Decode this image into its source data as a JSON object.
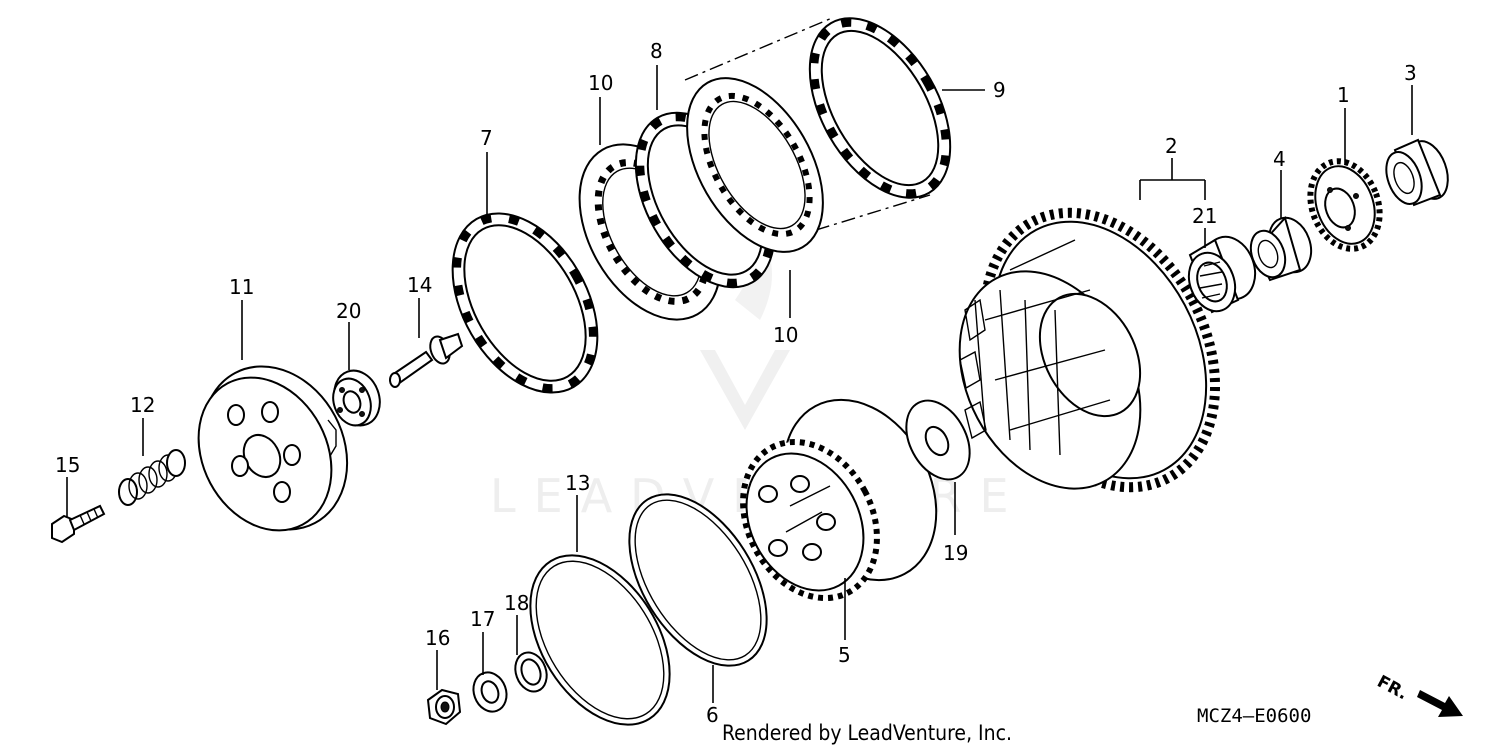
{
  "diagram": {
    "diagram_code": "MCZ4—E0600",
    "credit": "Rendered by LeadVenture, Inc.",
    "watermark": "LEADVENTURE",
    "direction_label": "FR.",
    "callouts": {
      "c1": "1",
      "c2": "2",
      "c3": "3",
      "c4": "4",
      "c5": "5",
      "c6": "6",
      "c7": "7",
      "c8": "8",
      "c9": "9",
      "c10a": "10",
      "c10b": "10",
      "c11": "11",
      "c12": "12",
      "c13": "13",
      "c14": "14",
      "c15": "15",
      "c16": "16",
      "c17": "17",
      "c18": "18",
      "c19": "19",
      "c20": "20",
      "c21": "21"
    },
    "colors": {
      "line": "#000000",
      "background": "#ffffff",
      "watermark": "#eeeeee"
    }
  }
}
